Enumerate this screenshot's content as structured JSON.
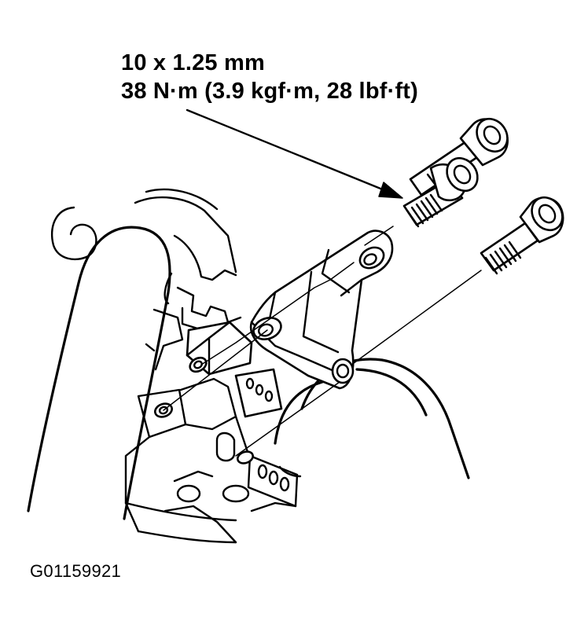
{
  "callout": {
    "bolt_size": "10 x 1.25 mm",
    "torque": "38 N·m (3.9 kgf·m, 28 lbf·ft)"
  },
  "figure_id": "G01159921"
}
